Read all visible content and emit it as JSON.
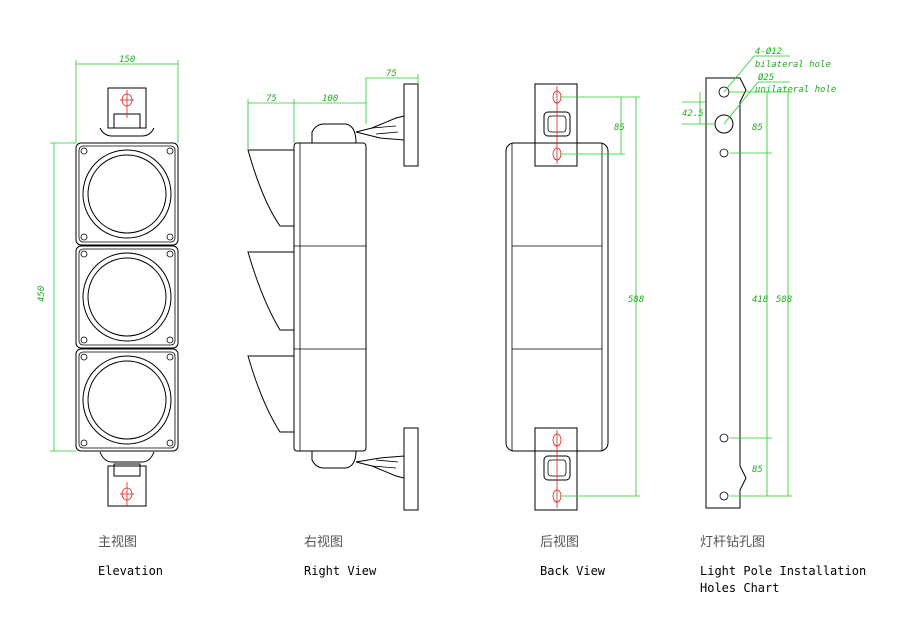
{
  "views": {
    "elevation": {
      "cn": "主视图",
      "en": "Elevation"
    },
    "right": {
      "cn": "右视图",
      "en": "Right View"
    },
    "back": {
      "cn": "后视图",
      "en": "Back View"
    },
    "pole": {
      "cn": "灯杆钻孔图",
      "en_line1": "Light Pole Installation",
      "en_line2": "Holes Chart"
    }
  },
  "dimensions": {
    "elev_width": "150",
    "elev_height": "450",
    "right_visor": "75",
    "right_body": "100",
    "right_bracket": "75",
    "back_top": "85",
    "back_total": "588",
    "pole_holes_label": "4-Ø12",
    "pole_bilateral": "bilateral hole",
    "pole_diam": "Ø25",
    "pole_unilateral": "unilateral hole",
    "pole_offset": "42.5",
    "pole_top": "85",
    "pole_mid": "418",
    "pole_total": "588",
    "pole_bottom": "85"
  },
  "colors": {
    "dimension": "#22cc22",
    "centerline": "#e02020",
    "outline": "#000000"
  }
}
